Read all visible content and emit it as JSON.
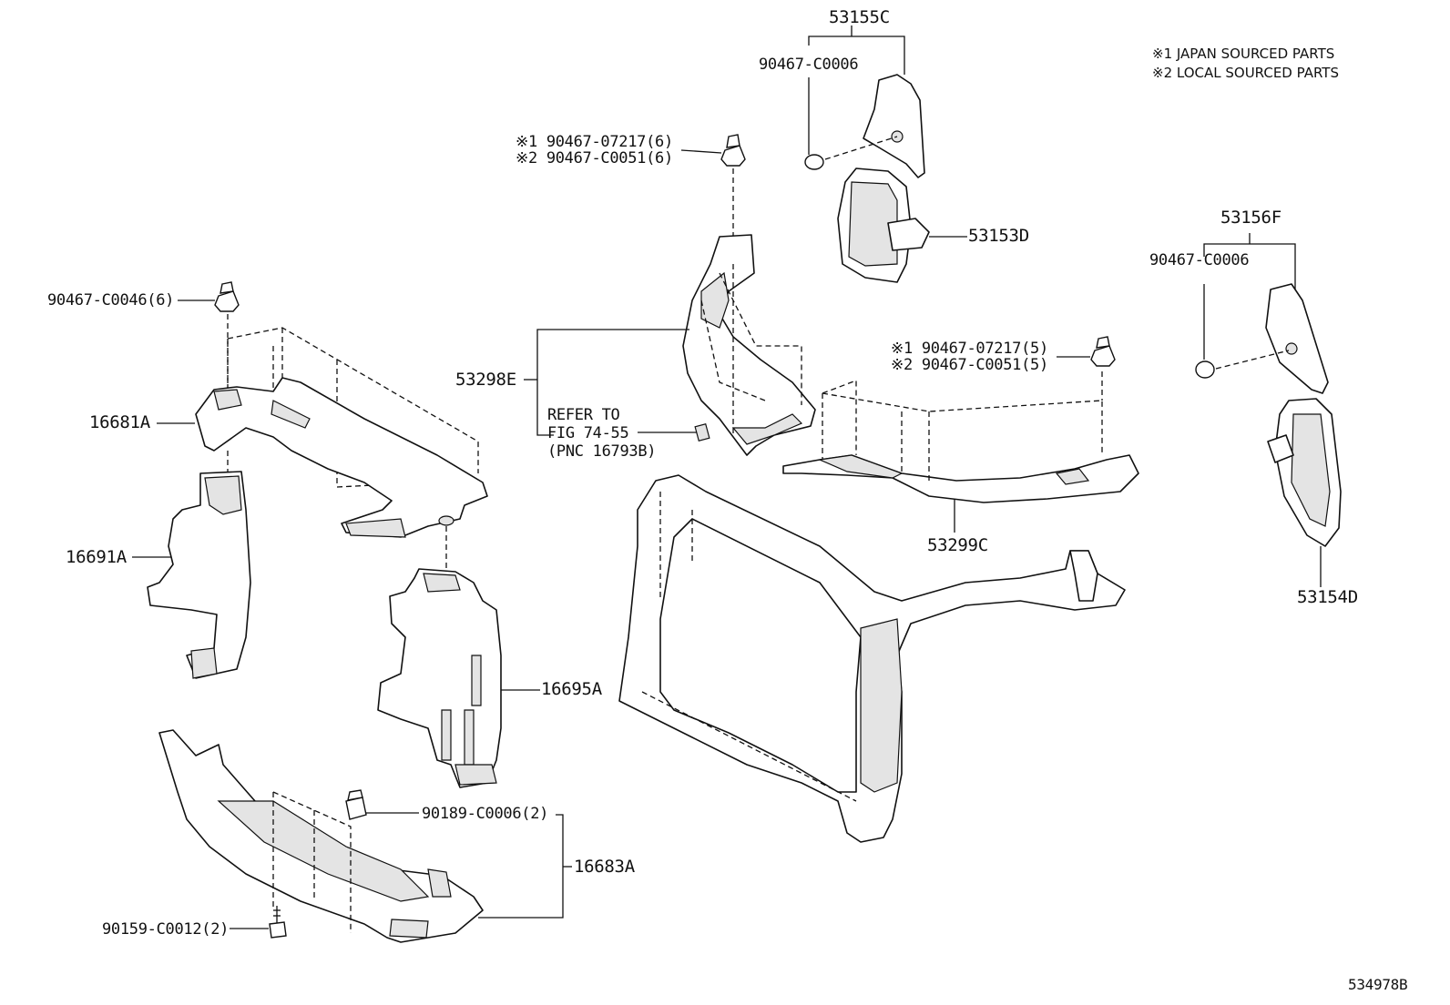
{
  "notes": {
    "japan": "※1 JAPAN SOURCED PARTS",
    "local": "※2 LOCAL SOURCED PARTS"
  },
  "labels": {
    "p53155C": "53155C",
    "p90467_C0006_a": "90467-C0006",
    "p53153D": "53153D",
    "p53156F": "53156F",
    "p90467_C0006_b": "90467-C0006",
    "p53154D": "53154D",
    "clip1_jp": "※1 90467-07217(6)",
    "clip1_local": "※2 90467-C0051(6)",
    "clip2_jp": "※1 90467-07217(5)",
    "clip2_local": "※2 90467-C0051(5)",
    "p53298E": "53298E",
    "refer_1": "REFER TO",
    "refer_2": "FIG 74-55",
    "refer_3": "(PNC 16793B)",
    "p53299C": "53299C",
    "p90467_C0046": "90467-C0046(6)",
    "p16681A": "16681A",
    "p16691A": "16691A",
    "p16695A": "16695A",
    "p90189_C0006": "90189-C0006(2)",
    "p16683A": "16683A",
    "p90159_C0012": "90159-C0012(2)",
    "figure_id": "534978B"
  }
}
